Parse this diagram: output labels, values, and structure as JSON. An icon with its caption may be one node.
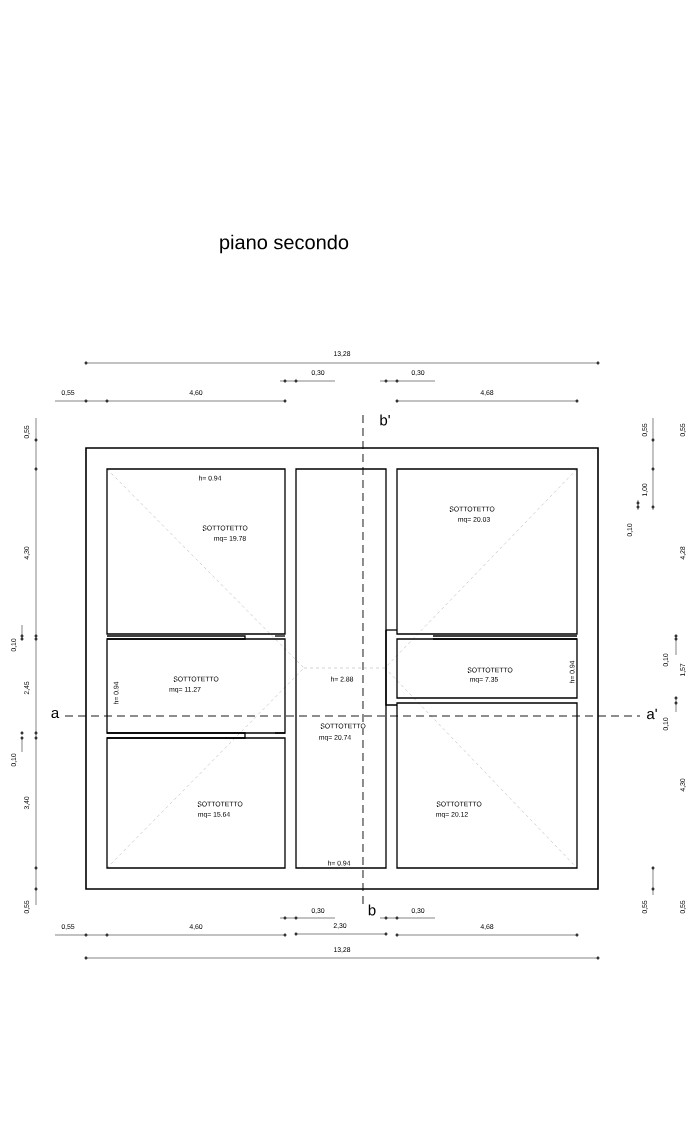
{
  "diagram": {
    "title": "piano secondo",
    "nodes": [
      {
        "text": [
          "h= 0.94",
          "SOTTOTETTO",
          "mq= 19.78"
        ]
      },
      {
        "text": [
          "h= 2.88",
          "SOTTOTETTO",
          "mq= 20.74",
          "h= 0.94"
        ]
      },
      {
        "text": [
          "SOTTOTETTO",
          "mq= 20.03"
        ]
      },
      {
        "text": [
          "SOTTOTETTO",
          "mq= 11.27",
          "h= 0.94"
        ]
      },
      {
        "text": [
          "SOTTOTETTO",
          "mq= 7.35",
          "h= 0.94"
        ]
      },
      {
        "text": [
          "SOTTOTETTO",
          "mq= 15.64"
        ]
      },
      {
        "text": [
          "SOTTOTETTO",
          "mq= 20.12"
        ]
      }
    ],
    "labels": [
      "13,28",
      "0,30",
      "0,30",
      "0,55",
      "4,60",
      "4,68",
      "b'",
      "0,55",
      "0,55",
      "0,55",
      "1,00",
      "0,10",
      "4,30",
      "4,28",
      "0,10",
      "0,10",
      "1,57",
      "2,45",
      "a",
      "a'",
      "0,10",
      "0,10",
      "4,30",
      "3,40",
      "0,55",
      "0,55",
      "0,55",
      "0,30",
      "b",
      "0,30",
      "0,55",
      "4,60",
      "2,30",
      "4,68",
      "13,28"
    ]
  }
}
